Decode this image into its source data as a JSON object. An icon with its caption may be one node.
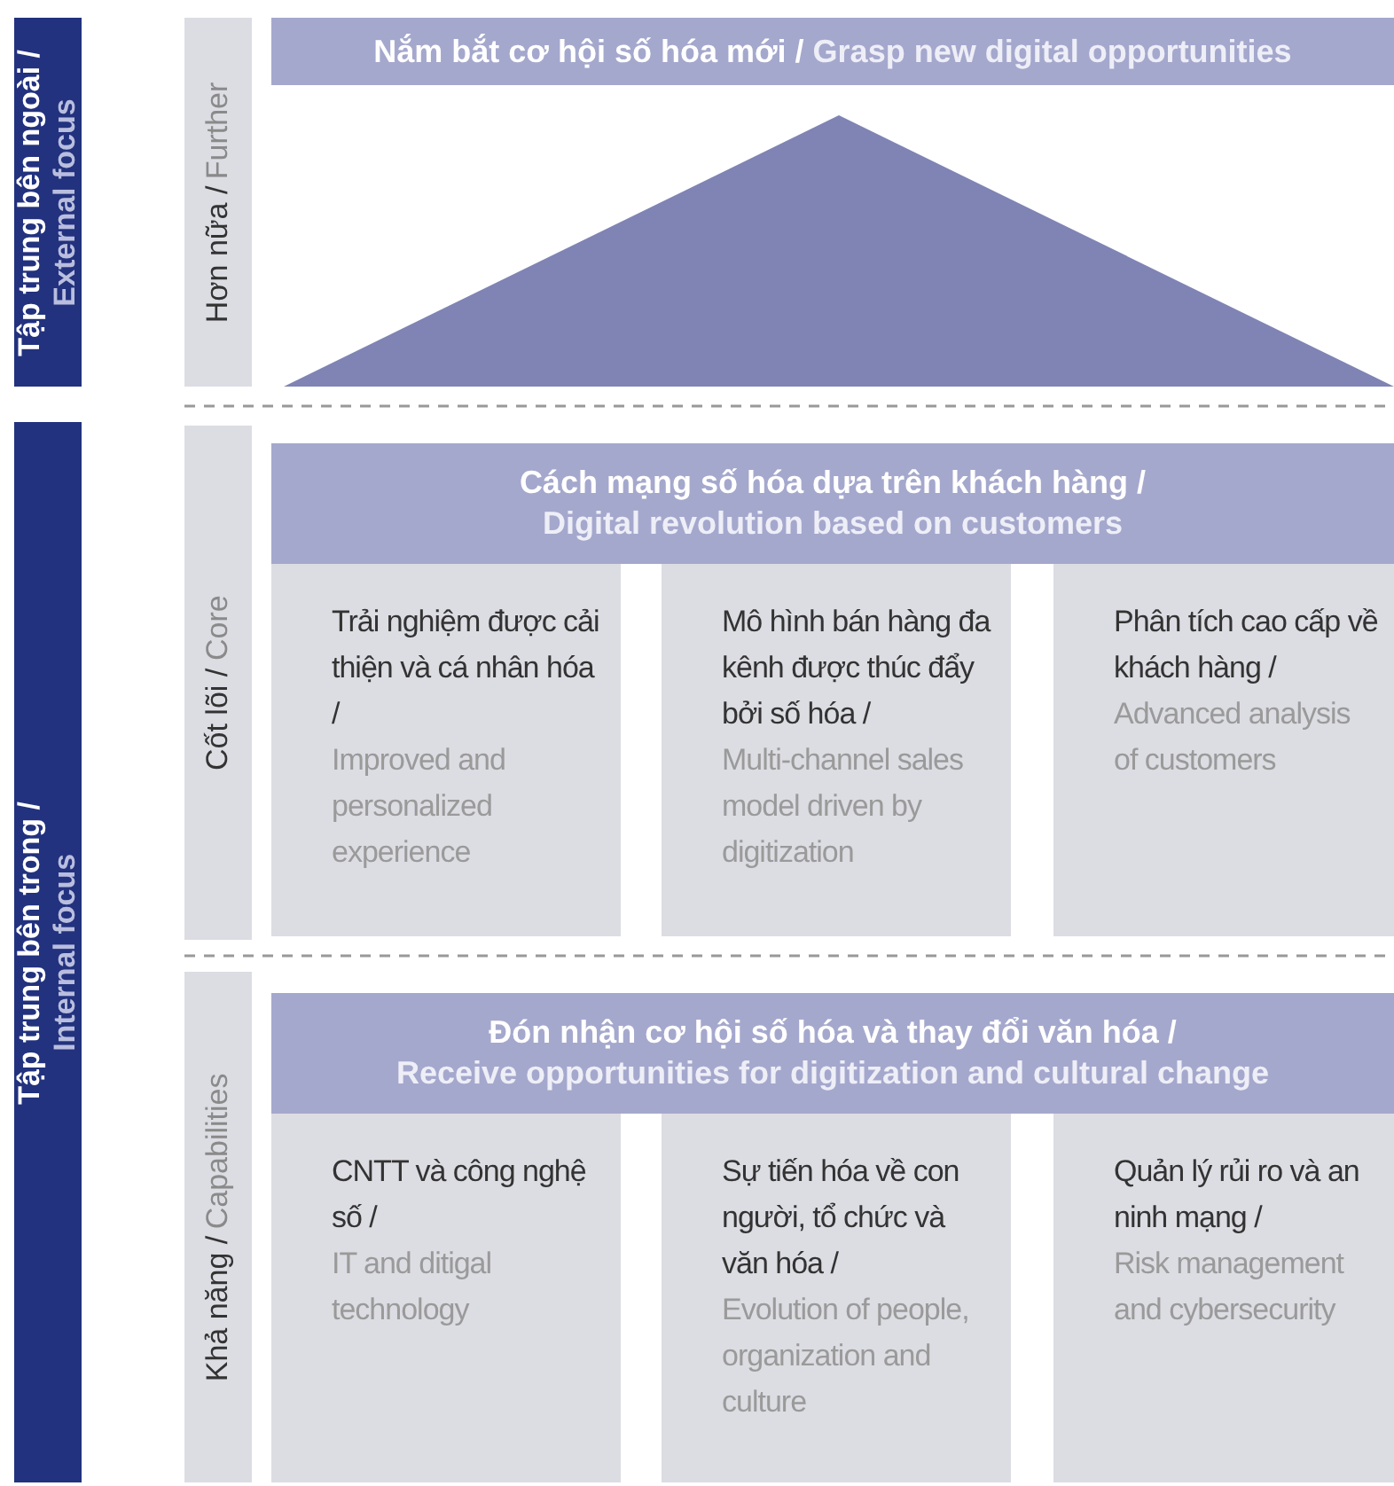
{
  "diagram": {
    "nodes": [
      {
        "text": [
          "Tập trung bên ngoài /",
          "External focus"
        ]
      },
      {
        "text": [
          "Hơn nữa /",
          "Further"
        ]
      },
      {
        "text": [
          "Nắm bắt cơ hội số hóa mới /",
          "Grasp new digital opportunities"
        ]
      },
      {
        "text": [],
        "shape": "triangle"
      },
      {
        "text": [
          "Tập trung bên trong /",
          "Internal focus"
        ]
      },
      {
        "text": [
          "Cốt lõi /",
          "Core"
        ]
      },
      {
        "text": [
          "Cách mạng số hóa dựa trên khách hàng /",
          "Digital revolution based on customers"
        ]
      },
      {
        "text": [
          "Trải nghiệm được cải thiện và cá nhân hóa /",
          "Improved and personalized experience"
        ]
      },
      {
        "text": [
          "Mô hình bán hàng đa kênh được thúc đẩy bởi số hóa /",
          "Multi-channel sales model driven by digitization"
        ]
      },
      {
        "text": [
          "Phân tích cao cấp về khách hàng /",
          "Advanced analysis of customers"
        ]
      },
      {
        "text": [
          "Khả năng /",
          "Capabilities"
        ]
      },
      {
        "text": [
          "Đón nhận cơ hội số hóa và thay đổi văn hóa /",
          "Receive opportunities for digitization and cultural change"
        ]
      },
      {
        "text": [
          "CNTT và công nghệ số /",
          "IT and ditigal technology"
        ]
      },
      {
        "text": [
          "Sự tiến hóa về con người, tổ chức và văn hóa /",
          "Evolution of people, organization and culture"
        ]
      },
      {
        "text": [
          "Quản lý rủi ro và an ninh mạng /",
          "Risk management and cybersecurity"
        ]
      }
    ]
  }
}
